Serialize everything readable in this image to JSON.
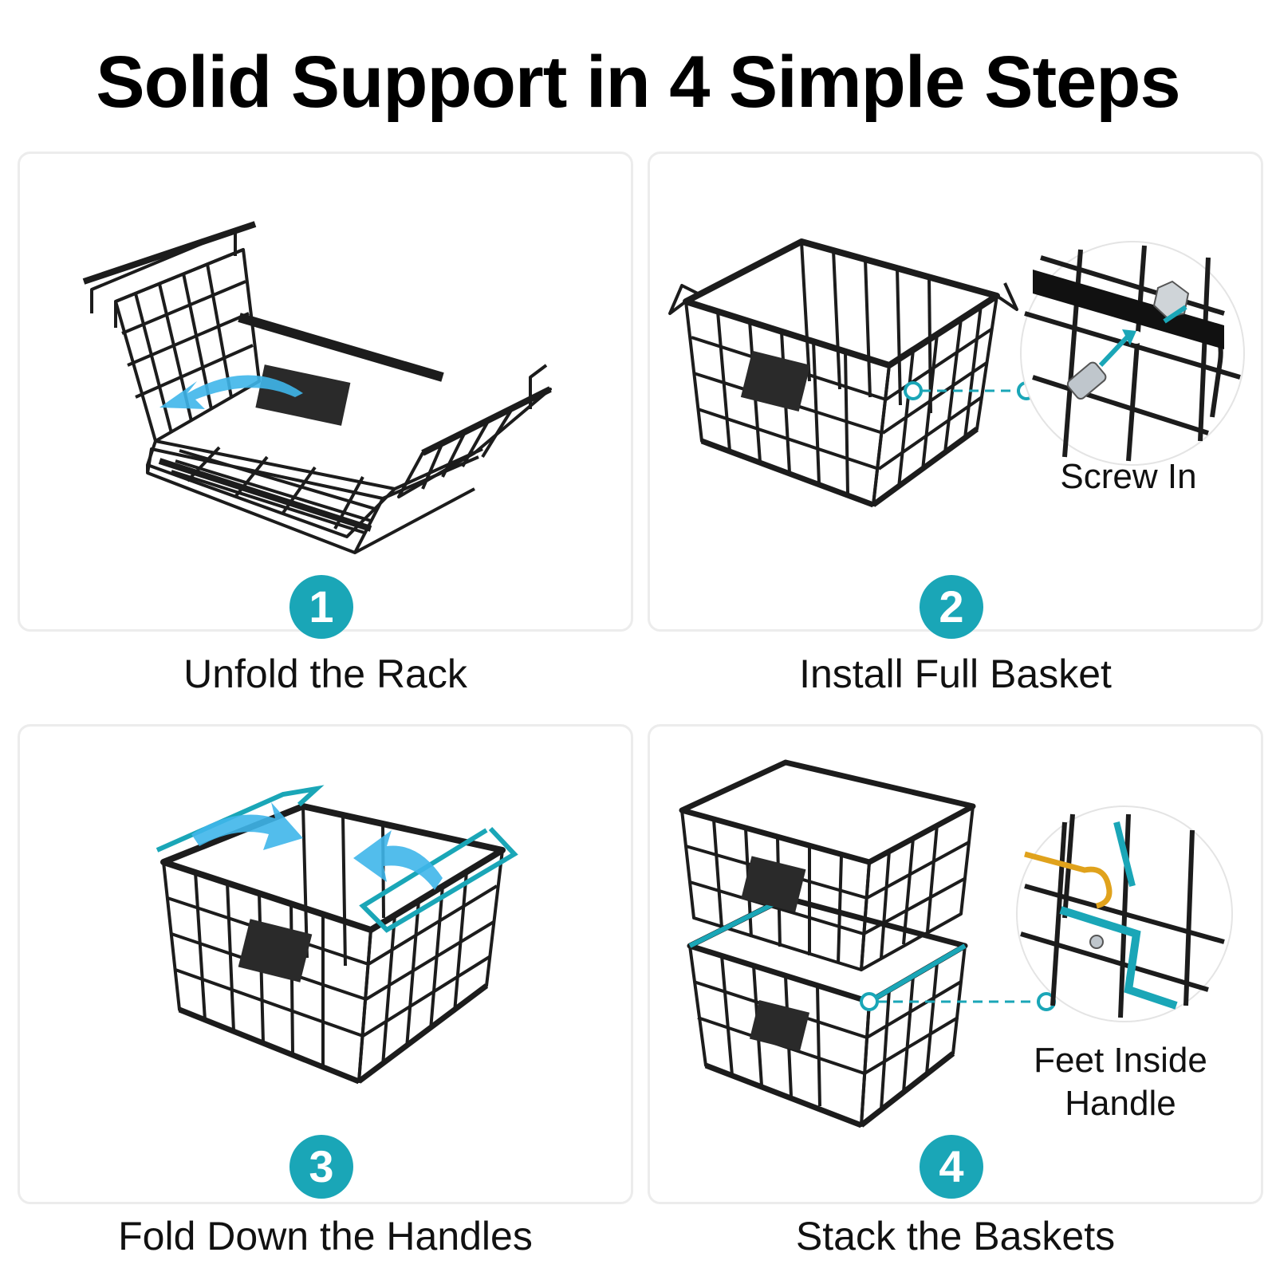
{
  "title": "Solid Support in 4 Simple Steps",
  "colors": {
    "accent": "#1aa6b7",
    "arrow": "#3fb6ea",
    "wire": "#1c1c1c",
    "hook": "#e0a21c"
  },
  "steps": [
    {
      "number": "1",
      "caption": "Unfold the Rack",
      "callout": ""
    },
    {
      "number": "2",
      "caption": "Install Full Basket",
      "callout": "Screw In"
    },
    {
      "number": "3",
      "caption": "Fold Down the Handles",
      "callout": ""
    },
    {
      "number": "4",
      "caption": "Stack the Baskets",
      "callout": "Feet Inside Handle"
    }
  ]
}
